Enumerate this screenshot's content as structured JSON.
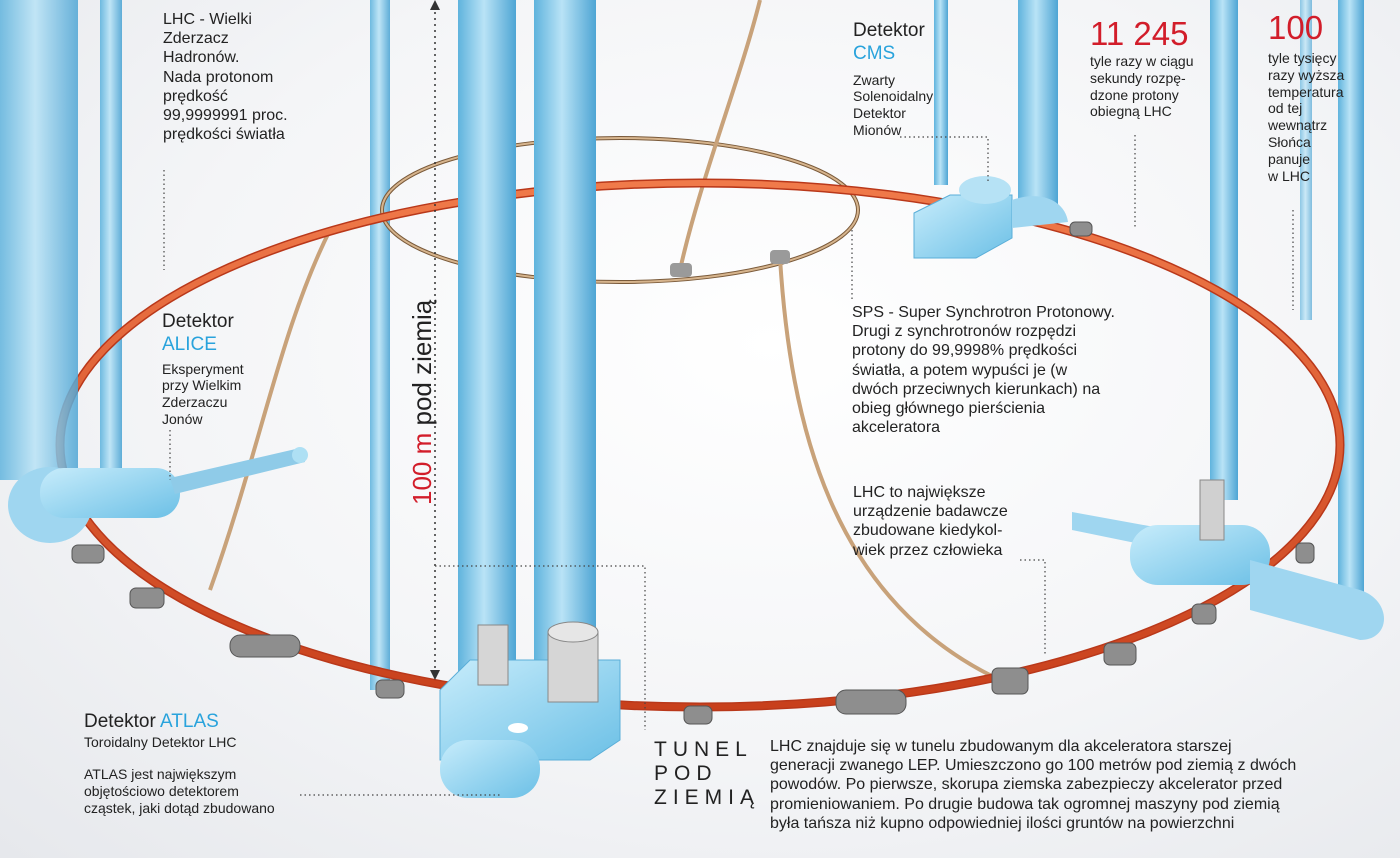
{
  "lhc": {
    "title": "LHC - Wielki\nZderzacz\nHadronów.\nNada protonom\nprędkość\n99,9999991 proc.\nprędkości światła"
  },
  "cms": {
    "label": "Detektor",
    "acronym": "CMS",
    "desc": "Zwarty\nSolenoidalny\nDetektor\nMionów"
  },
  "stat1": {
    "value": "11 245",
    "desc": "tyle razy w ciągu\nsekundy rozpę-\ndzone protony\nobiegną LHC"
  },
  "stat2": {
    "value": "100",
    "desc": "tyle tysięcy\nrazy wyższa\ntemperatura\nod tej\nwewnątrz\nSłońca\npanuje\nw LHC"
  },
  "alice": {
    "label": "Detektor",
    "acronym": "ALICE",
    "desc": "Eksperyment\nprzy Wielkim\nZderzaczu\nJonów"
  },
  "sps": {
    "desc": "SPS - Super Synchrotron Protonowy.\nDrugi z synchrotronów rozpędzi\nprotony do 99,9998% prędkości\nświatła, a potem wypuści je (w\ndwóch  przeciwnych kierunkach) na\nobieg głównego pierścienia\nakceleratora"
  },
  "biggest": {
    "desc": "LHC to największe\nurządzenie badawcze\nzbudowane kiedykol-\nwiek przez człowieka"
  },
  "depth": {
    "value": "100 m",
    "label": "pod ziemią"
  },
  "atlas": {
    "label": "Detektor",
    "acronym": "ATLAS",
    "subtitle": "Toroidalny Detektor LHC",
    "desc": "ATLAS jest największym\nobjętościowo detektorem\ncząstek, jaki dotąd zbudowano"
  },
  "tunnel": {
    "label": "TUNEL\nPOD\nZIEMIĄ"
  },
  "footer": {
    "text": "LHC znajduje się w tunelu zbudowanym dla akceleratora starszej\ngeneracji zwanego LEP. Umieszczono go 100 metrów pod ziemią z dwóch\npowodów. Po pierwsze, skorupa ziemska zabezpieczy akcelerator przed\npromieniowaniem. Po drugie budowa tak ogromnej maszyny pod ziemią\nbyła tańsza niż kupno odpowiedniej ilości gruntów na powierzchni"
  },
  "colors": {
    "ring": "#e2552a",
    "shaft": "#8fcbe8",
    "sps_ring": "#c8a27a",
    "accent_blue": "#29a3dc",
    "accent_red": "#d21d2a"
  }
}
